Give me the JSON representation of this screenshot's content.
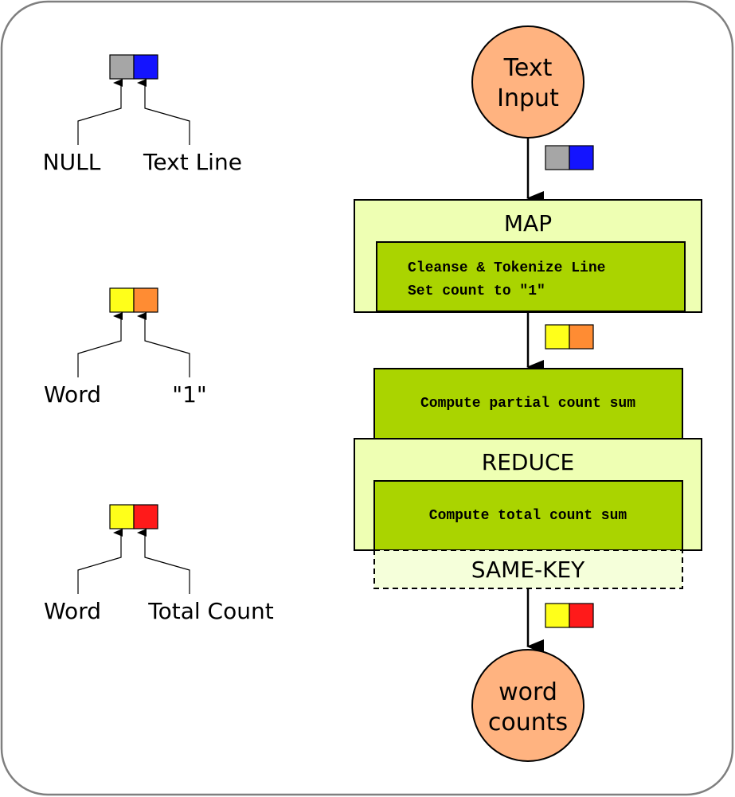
{
  "colors": {
    "gray": "#a6a6a6",
    "blue": "#1414ff",
    "yellow": "#ffff1a",
    "orange": "#ff8c33",
    "red": "#ff1a1a",
    "circle_fill": "#ffb380",
    "outer_box": "#eeffb3",
    "inner_box": "#aad400",
    "same_key_fill": "#f5ffda"
  },
  "legend": {
    "pair1": {
      "key_label": "NULL",
      "value_label": "Text Line",
      "key_color": "gray",
      "value_color": "blue"
    },
    "pair2": {
      "key_label": "Word",
      "value_label": "\"1\"",
      "key_color": "yellow",
      "value_color": "orange"
    },
    "pair3": {
      "key_label": "Word",
      "value_label": "Total Count",
      "key_color": "yellow",
      "value_color": "red"
    }
  },
  "flow": {
    "input": {
      "line1": "Text",
      "line2": "Input"
    },
    "map": {
      "title": "MAP",
      "line1": "Cleanse & Tokenize Line",
      "line2": "Set count to \"1\""
    },
    "combine": {
      "label": "Compute partial count sum"
    },
    "reduce": {
      "title": "REDUCE",
      "label": "Compute total count sum"
    },
    "same_key": {
      "label": "SAME-KEY"
    },
    "output": {
      "line1": "word",
      "line2": "counts"
    }
  }
}
